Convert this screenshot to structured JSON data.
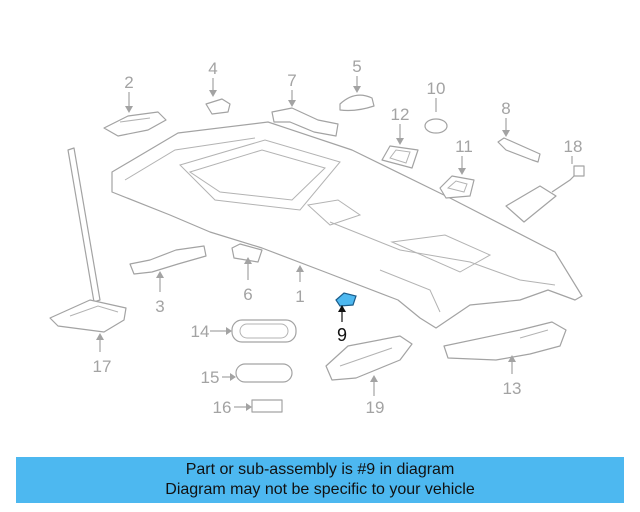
{
  "callouts": {
    "n1": "1",
    "n2": "2",
    "n3": "3",
    "n4": "4",
    "n5": "5",
    "n6": "6",
    "n7": "7",
    "n8": "8",
    "n9": "9",
    "n10": "10",
    "n11": "11",
    "n12": "12",
    "n13": "13",
    "n14": "14",
    "n15": "15",
    "n16": "16",
    "n17": "17",
    "n18": "18",
    "n19": "19"
  },
  "highlighted_part": "9",
  "colors": {
    "highlight": "#4db8f0",
    "line": "#a3a3a3",
    "banner": "#4db8f0"
  },
  "banner": {
    "line1": "Part or sub-assembly is #9 in diagram",
    "line2": "Diagram may not be specific to your vehicle"
  }
}
